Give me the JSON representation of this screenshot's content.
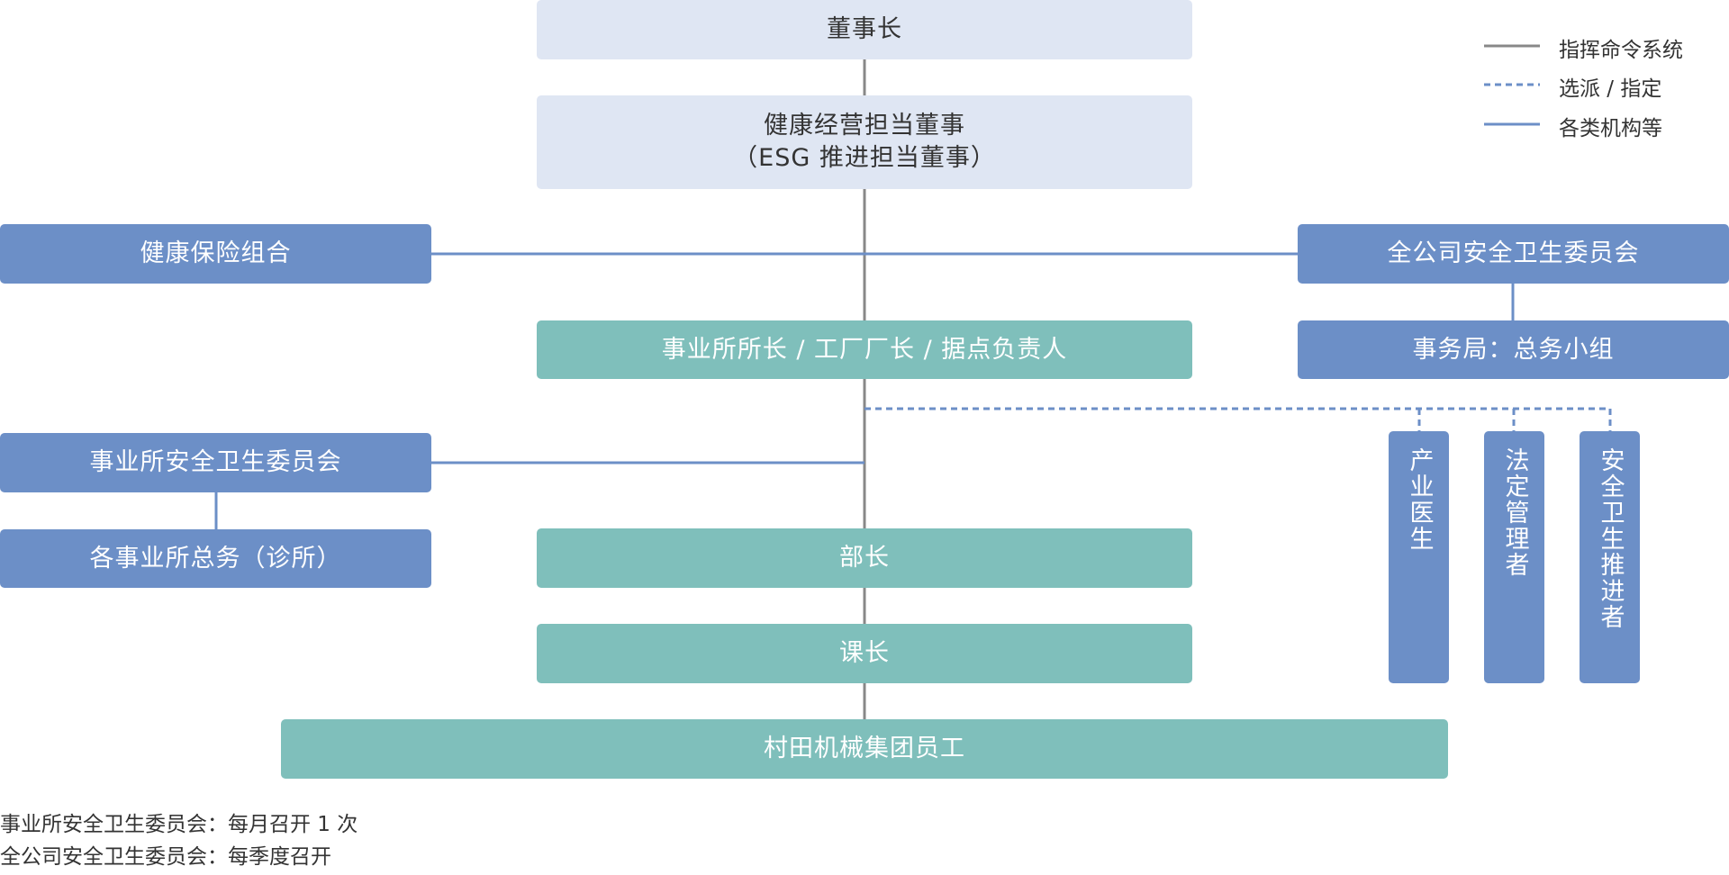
{
  "colors": {
    "command": "#888888",
    "dispatch": "#6c8fc7",
    "org": "#6c8fc7",
    "top_box": "#dfe6f3",
    "blue_box": "#6c8fc7",
    "teal_box": "#7fbfbb"
  },
  "legend": [
    {
      "label": "指挥命令系统",
      "style": "solid-gray"
    },
    {
      "label": "选派 / 指定",
      "style": "dashed-blue"
    },
    {
      "label": "各类机构等",
      "style": "solid-blue"
    }
  ],
  "boxes": {
    "chairman": "董事长",
    "health_director_line1": "健康经营担当董事",
    "health_director_line2": "（ESG 推进担当董事）",
    "health_insurance": "健康保险组合",
    "company_safety_committee": "全公司安全卫生委员会",
    "site_head": "事业所所长 / 工厂厂长 / 据点负责人",
    "secretariat": "事务局：总务小组",
    "site_safety_committee": "事业所安全卫生委员会",
    "site_general_affairs": "各事业所总务（诊所）",
    "department_head": "部长",
    "section_head": "课长",
    "employees": "村田机械集团员工",
    "industrial_doctor": "产业医生",
    "statutory_manager": "法定管理者",
    "safety_promoter": "安全卫生推进者"
  },
  "notes": [
    "事业所安全卫生委员会：每月召开 1 次",
    "全公司安全卫生委员会：每季度召开"
  ]
}
